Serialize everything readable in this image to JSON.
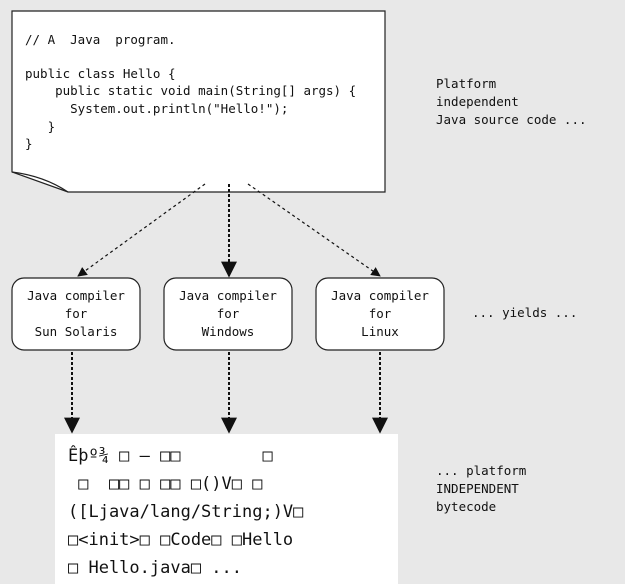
{
  "source_code": {
    "lines": [
      "// A  Java  program.",
      "",
      "public class Hello {",
      "    public static void main(String[] args) {",
      "      System.out.println(\"Hello!\");",
      "   }",
      "}"
    ]
  },
  "source_caption": [
    "Platform",
    "independent",
    "Java source code ..."
  ],
  "compilers": [
    {
      "lines": [
        "Java compiler",
        "for",
        "Sun Solaris"
      ]
    },
    {
      "lines": [
        "Java compiler",
        "for",
        "Windows"
      ]
    },
    {
      "lines": [
        "Java compiler",
        "for",
        "Linux"
      ]
    }
  ],
  "yields_label": "... yields ...",
  "bytecode": {
    "lines": [
      "Êþº¾ □ – □□        □",
      " □  □□ □ □□ □()V□ □",
      "([Ljava/lang/String;)V□",
      "□<init>□ □Code□ □Hello",
      "□ Hello.java□ ..."
    ]
  },
  "bytecode_caption": [
    "... platform",
    "INDEPENDENT",
    "bytecode"
  ]
}
